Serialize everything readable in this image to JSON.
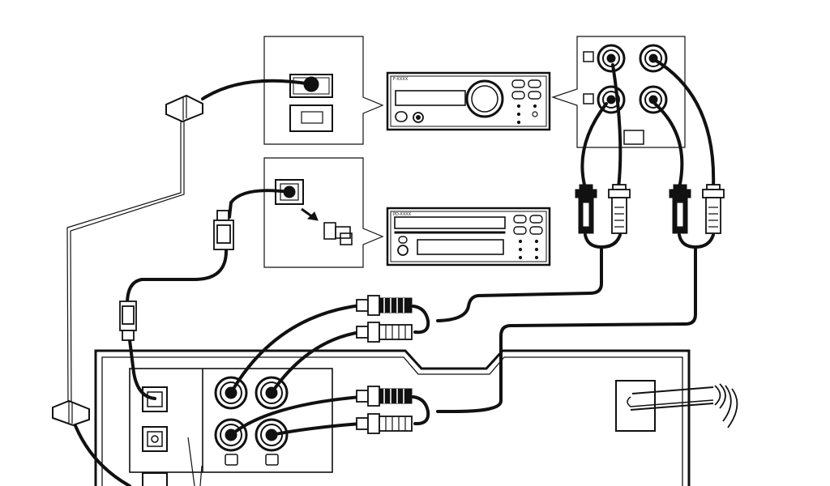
{
  "diagram": {
    "colors": {
      "line": "#111111",
      "background": "#ffffff",
      "cable": "#111111"
    },
    "components": [
      {
        "id": "main-unit-rear-panel",
        "label": ""
      },
      {
        "id": "tuner-amplifier-unit",
        "label": ""
      },
      {
        "id": "cd-player-unit",
        "label": ""
      },
      {
        "id": "speaker-terminal-panel",
        "label": ""
      },
      {
        "id": "optical-port-cap",
        "label": ""
      }
    ],
    "unit_labels": {
      "tuner": "F-XXXX",
      "cd": "PD-XXXX"
    }
  }
}
